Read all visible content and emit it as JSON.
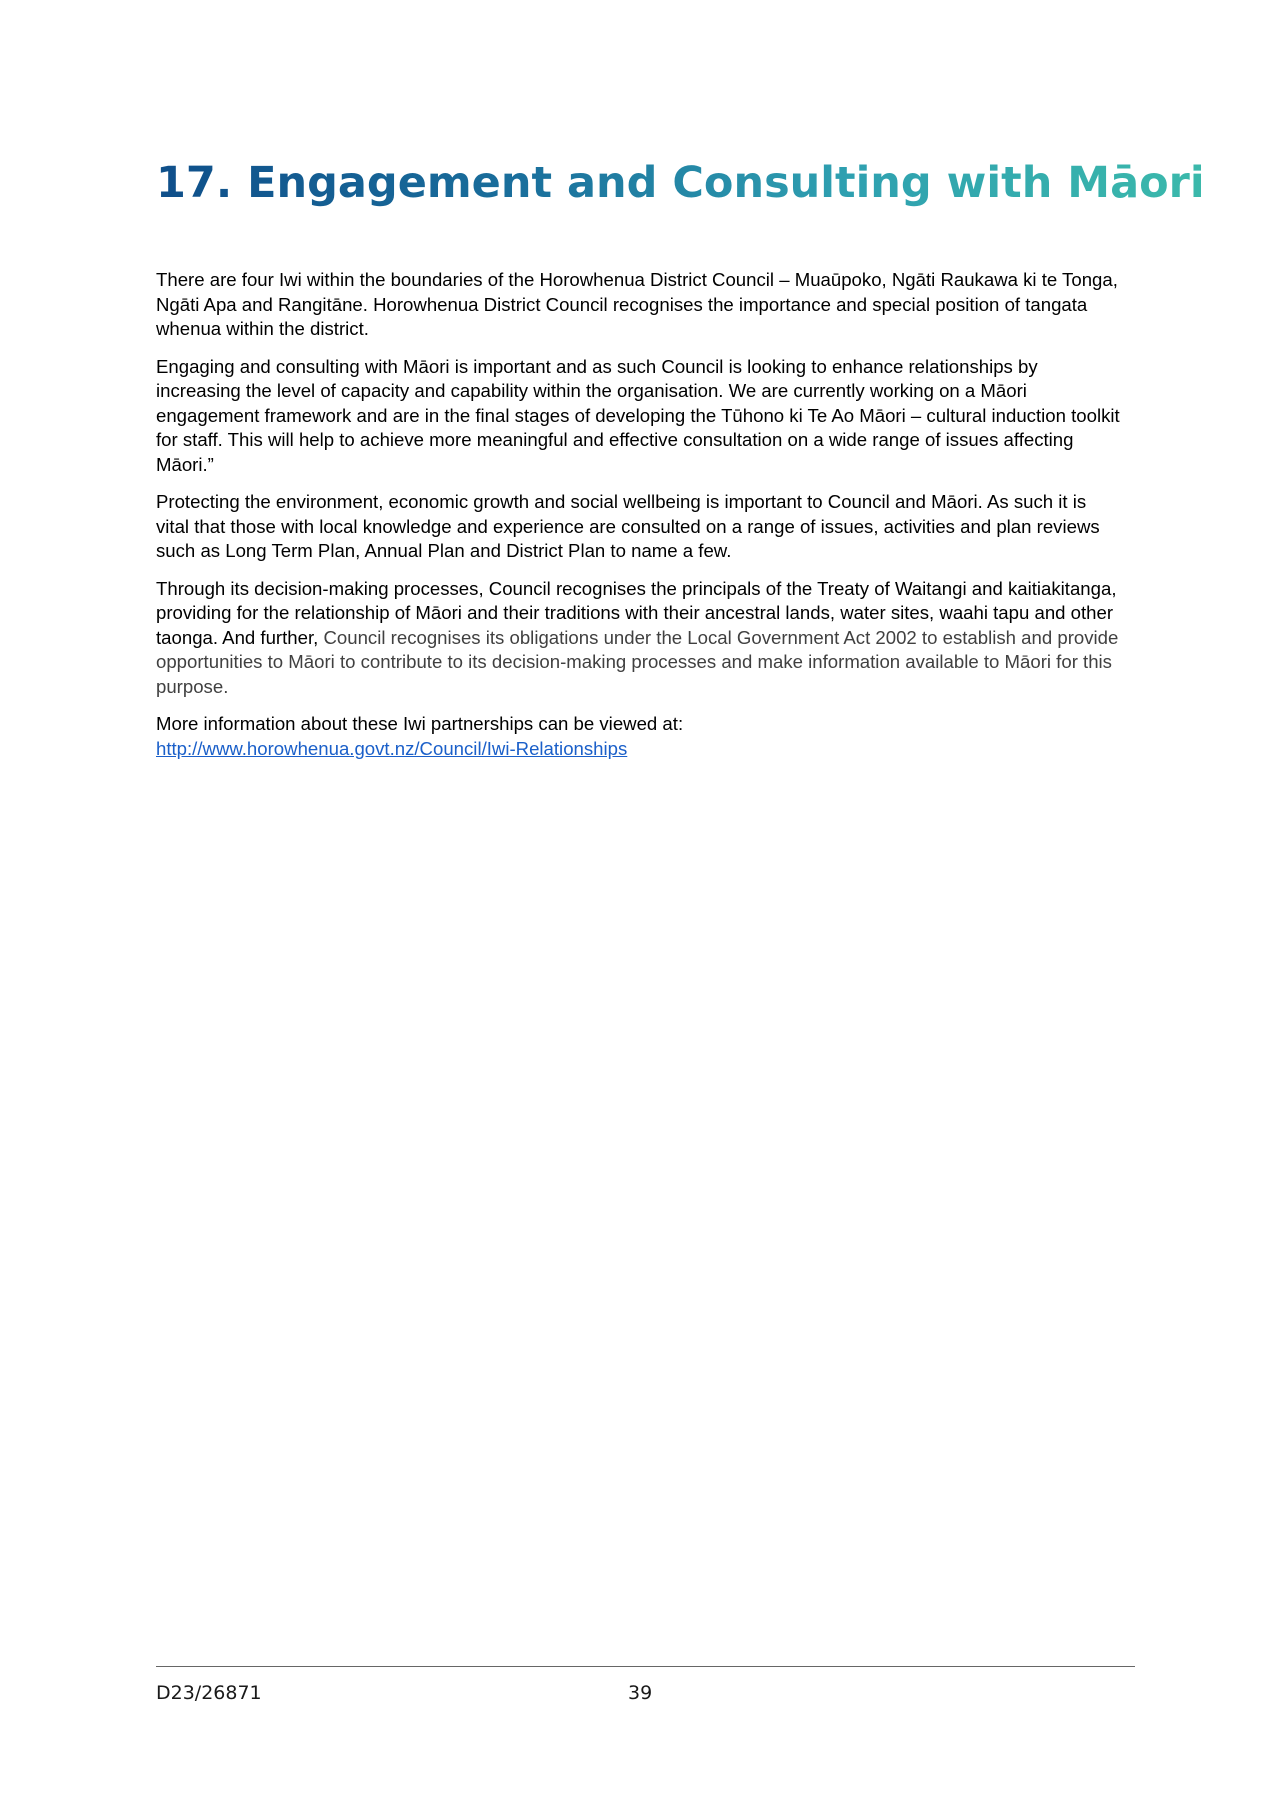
{
  "title": "17. Engagement and Consulting with Māori",
  "paragraphs": {
    "p1": "There are four Iwi within the boundaries of the Horowhenua District Council – Muaūpoko, Ngāti Raukawa ki te Tonga, Ngāti Apa and Rangitāne. Horowhenua District Council recognises the importance and special position of tangata whenua within the district.",
    "p2": "Engaging and consulting with Māori is important and as such Council is looking to enhance relationships by increasing the level of capacity and capability within the organisation. We are currently working on a Māori engagement framework and are in the final stages of developing the Tūhono ki Te Ao Māori – cultural induction toolkit for staff. This will help to achieve more meaningful and effective consultation on a wide range of issues affecting Māori.”",
    "p3": "Protecting the environment, economic growth and social wellbeing is important to Council and Māori. As such it is vital that those with local knowledge and experience are consulted on a range of issues, activities and plan reviews such as Long Term Plan, Annual Plan and District Plan to name a few.",
    "p4_main": "Through its decision-making processes, Council recognises the principals of the Treaty of Waitangi and kaitiakitanga, providing for the relationship of Māori and their traditions with their ancestral lands, water sites, waahi tapu and other taonga. And further, ",
    "p4_grey": "Council recognises its obligations under the Local Government Act 2002 to establish and provide opportunities to Māori to contribute to its decision-making processes and make information available to Māori for this purpose.",
    "p5_text": "More information about these Iwi partnerships can be viewed at:",
    "p5_link": "http://www.horowhenua.govt.nz/Council/Iwi-Relationships"
  },
  "footer": {
    "doc_id": "D23/26871",
    "page_number": "39"
  },
  "colors": {
    "title_gradient_start": "#0f4f8a",
    "title_gradient_end": "#3bb9ab",
    "link": "#1a5fc9"
  }
}
